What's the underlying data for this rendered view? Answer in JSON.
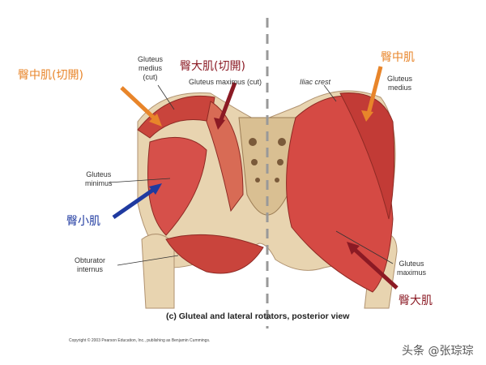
{
  "labels": {
    "cn_gmed_cut": "臀中肌(切開)",
    "en_gmed_cut": [
      "Gluteus",
      "medius",
      "(cut)"
    ],
    "cn_gmax_cut": "臀大肌(切開)",
    "en_gmax_cut": "Gluteus maximus (cut)",
    "iliac_crest": "Iliac crest",
    "cn_gmed": "臀中肌",
    "en_gmed": [
      "Gluteus",
      "medius"
    ],
    "en_gmin": [
      "Gluteus",
      "minimus"
    ],
    "cn_gmin": "臀小肌",
    "en_obt": [
      "Obturator",
      "internus"
    ],
    "en_gmax": [
      "Gluteus",
      "maximus"
    ],
    "cn_gmax": "臀大肌"
  },
  "caption": "(c) Gluteal and lateral rotators, posterior view",
  "copyright": "Copyright © 2003 Pearson Education, Inc., publishing as Benjamin Cummings.",
  "watermark": "头条 @张琮琮",
  "colors": {
    "orange": "#e8852a",
    "dark_red": "#8b1a24",
    "blue": "#1f3aa0",
    "muscle": "#d2453f",
    "bone": "#e8d4b0"
  }
}
